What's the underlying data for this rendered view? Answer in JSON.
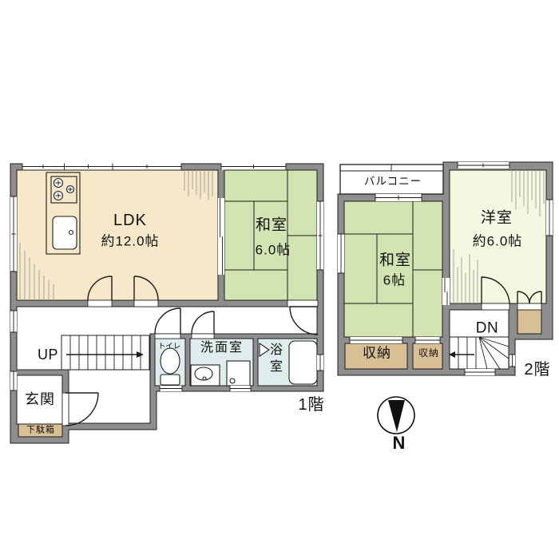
{
  "floor1": {
    "floor_label": "1階",
    "ldk": {
      "name": "LDK",
      "area": "約12.0帖"
    },
    "washitsu": {
      "name": "和室",
      "area": "6.0帖"
    },
    "toilet_label": "トイレ",
    "washroom_label": "洗面室",
    "bath_label": "浴室",
    "entrance_label": "玄関",
    "shoe_cabinet_label": "下駄箱",
    "stairs_label": "UP"
  },
  "floor2": {
    "floor_label": "2階",
    "balcony_label": "バルコニー",
    "washitsu": {
      "name": "和室",
      "area": "6帖"
    },
    "western_room": {
      "name": "洋室",
      "area": "約6.0帖"
    },
    "closet_left_label": "収納",
    "closet_right_label": "収納",
    "stairs_label": "DN"
  },
  "compass": {
    "north_label": "N"
  },
  "colors": {
    "wall": "#8e8e8e",
    "outline": "#1c1c1c",
    "ldk_floor": "#f6e8c9",
    "tatami": "#d2e4b2",
    "western_floor": "#f5f7e1",
    "water_area": "#dfeeec",
    "storage": "#d8c094"
  }
}
